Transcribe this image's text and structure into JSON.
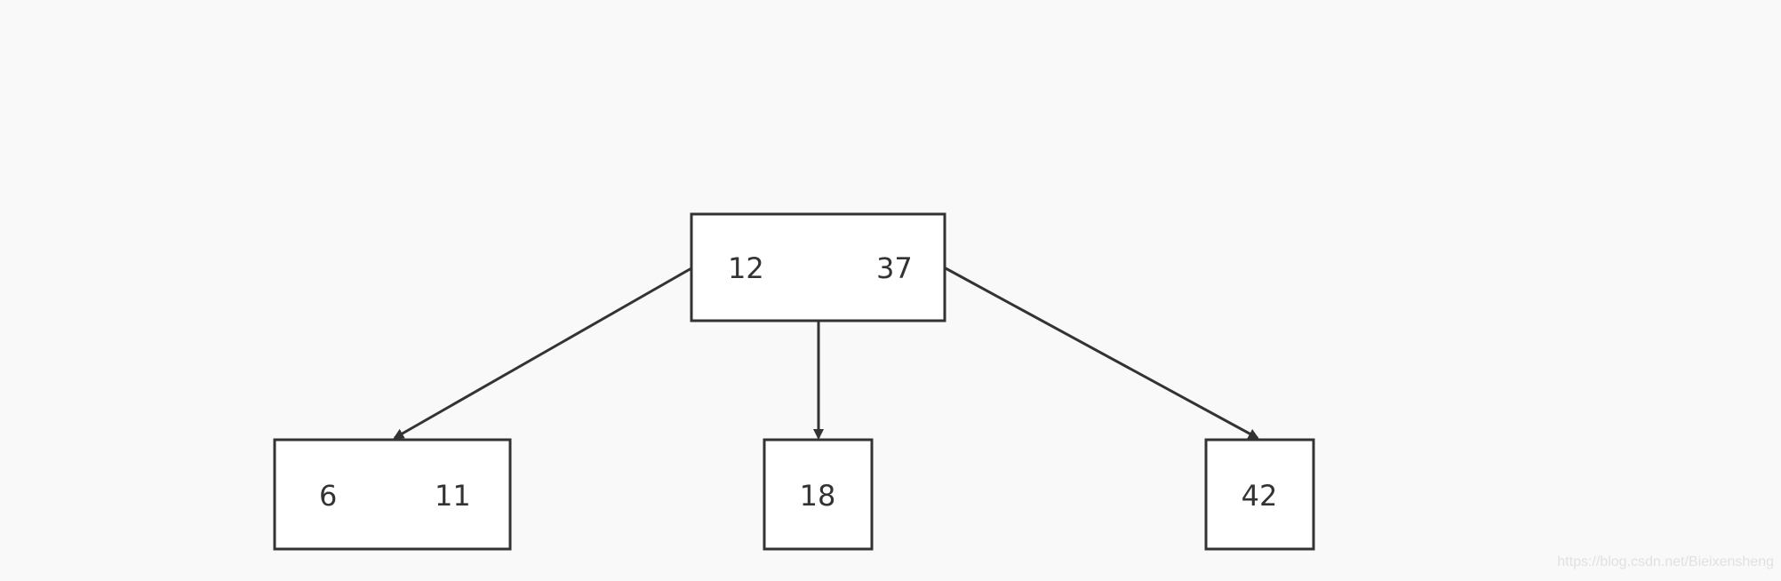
{
  "tree": {
    "root": {
      "keys": [
        "12",
        "37"
      ]
    },
    "children": [
      {
        "keys": [
          "6",
          "11"
        ]
      },
      {
        "keys": [
          "18"
        ]
      },
      {
        "keys": [
          "42"
        ]
      }
    ]
  },
  "watermark": "https://blog.csdn.net/Bieixensheng",
  "colors": {
    "background": "#f9f9f9",
    "node_fill": "#ffffff",
    "stroke": "#333333",
    "text": "#333333"
  }
}
